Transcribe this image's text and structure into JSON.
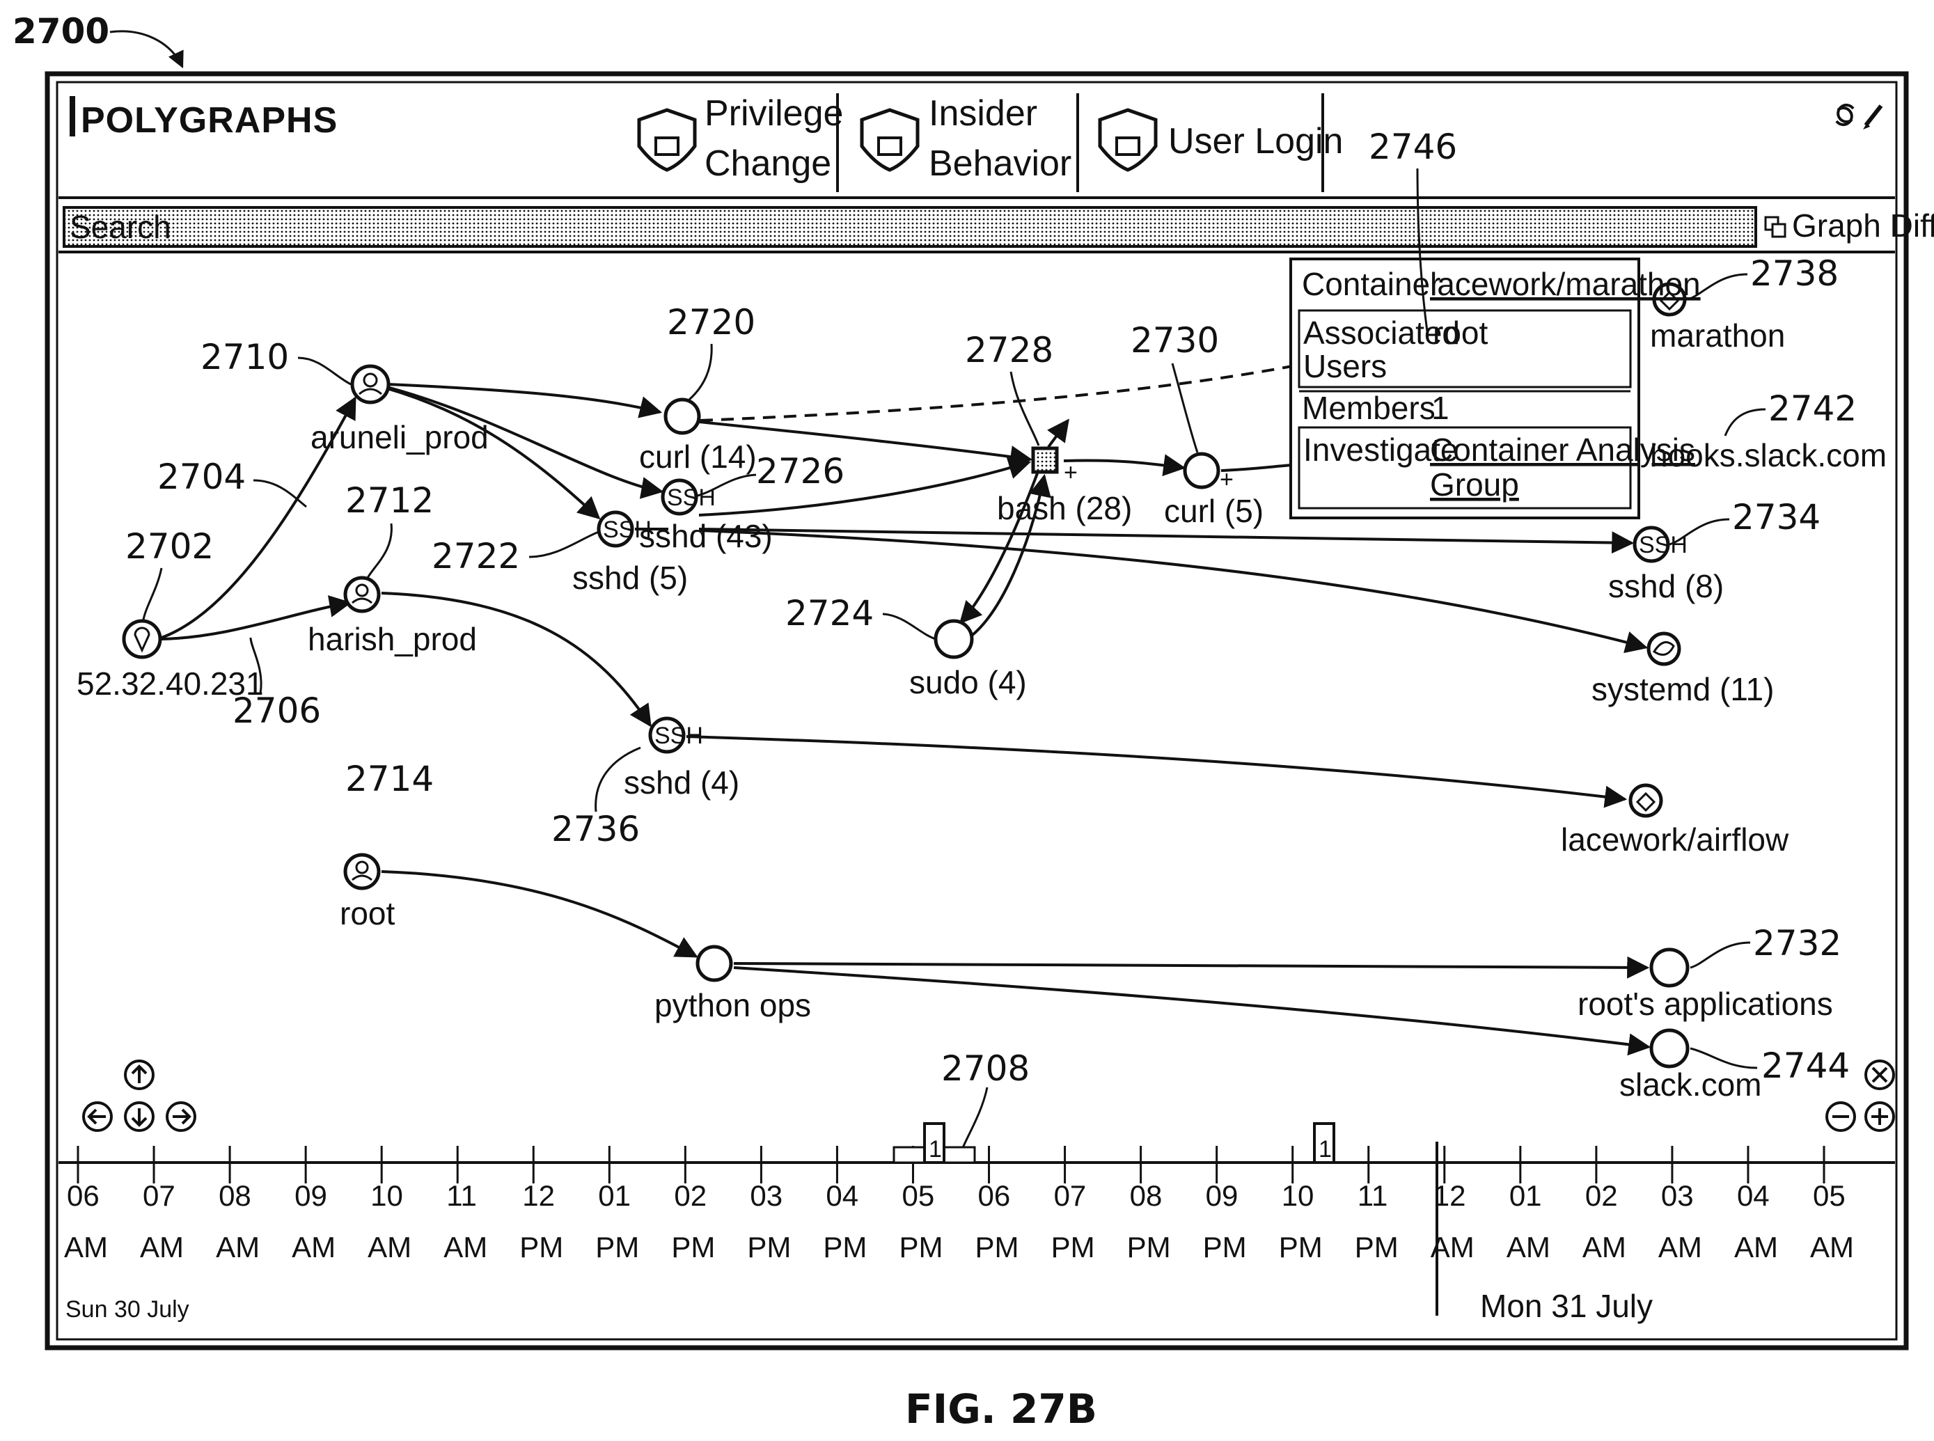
{
  "figure_ref": "2700",
  "figure_caption": "FIG. 27B",
  "app": {
    "title": "POLYGRAPHS",
    "tabs": [
      {
        "label_line1": "Privilege",
        "label_line2": "Change"
      },
      {
        "label_line1": "Insider",
        "label_line2": "Behavior"
      },
      {
        "label_line1": "User Login",
        "label_line2": ""
      }
    ],
    "search_placeholder": "Search",
    "graph_diff_label": "Graph Diff"
  },
  "nodes": {
    "ip": "52.32.40.231",
    "aruneli": "aruneli_prod",
    "harish": "harish_prod",
    "root": "root",
    "curl14": "curl (14)",
    "sshd43": "sshd (43)",
    "sshd5": "sshd (5)",
    "bash28": "bash (28)",
    "sudo4": "sudo (4)",
    "curl5": "curl (5)",
    "sshd4": "sshd (4)",
    "python": "python ops",
    "marathon": "marathon",
    "hooks": "hooks.slack.com",
    "sshd8": "sshd (8)",
    "systemd": "systemd (11)",
    "airflow": "lacework/airflow",
    "rootapps": "root's applications",
    "slack": "slack.com"
  },
  "popup": {
    "container_label": "Container",
    "container_value": "lacework/marathon",
    "assoc_label_1": "Associated",
    "assoc_label_2": "Users",
    "assoc_value": "root",
    "members_label": "Members",
    "members_value": "1",
    "investigate_label": "Investigate",
    "investigate_value_1": "Container Analysis",
    "investigate_value_2": "Group"
  },
  "refs": {
    "r2702": "2702",
    "r2704": "2704",
    "r2706": "2706",
    "r2708": "2708",
    "r2710": "2710",
    "r2712": "2712",
    "r2714": "2714",
    "r2720": "2720",
    "r2722": "2722",
    "r2724": "2724",
    "r2726": "2726",
    "r2728": "2728",
    "r2730": "2730",
    "r2732": "2732",
    "r2734": "2734",
    "r2736": "2736",
    "r2738": "2738",
    "r2742": "2742",
    "r2744": "2744",
    "r2746": "2746"
  },
  "timeline": {
    "ticks": [
      {
        "hour": "06",
        "ampm": "AM"
      },
      {
        "hour": "07",
        "ampm": "AM"
      },
      {
        "hour": "08",
        "ampm": "AM"
      },
      {
        "hour": "09",
        "ampm": "AM"
      },
      {
        "hour": "10",
        "ampm": "AM"
      },
      {
        "hour": "11",
        "ampm": "AM"
      },
      {
        "hour": "12",
        "ampm": "PM"
      },
      {
        "hour": "01",
        "ampm": "PM"
      },
      {
        "hour": "02",
        "ampm": "PM"
      },
      {
        "hour": "03",
        "ampm": "PM"
      },
      {
        "hour": "04",
        "ampm": "PM"
      },
      {
        "hour": "05",
        "ampm": "PM"
      },
      {
        "hour": "06",
        "ampm": "PM"
      },
      {
        "hour": "07",
        "ampm": "PM"
      },
      {
        "hour": "08",
        "ampm": "PM"
      },
      {
        "hour": "09",
        "ampm": "PM"
      },
      {
        "hour": "10",
        "ampm": "PM"
      },
      {
        "hour": "11",
        "ampm": "PM"
      },
      {
        "hour": "12",
        "ampm": "AM"
      },
      {
        "hour": "01",
        "ampm": "AM"
      },
      {
        "hour": "02",
        "ampm": "AM"
      },
      {
        "hour": "03",
        "ampm": "AM"
      },
      {
        "hour": "04",
        "ampm": "AM"
      },
      {
        "hour": "05",
        "ampm": "AM"
      }
    ],
    "day1": "Sun 30 July",
    "day2": "Mon 31 July",
    "bar1_count": "1",
    "bar2_count": "1"
  },
  "icons": {
    "refresh": "refresh-icon",
    "edit": "edit-icon",
    "nav_up": "arrow-up-icon",
    "nav_down": "arrow-down-icon",
    "nav_left": "arrow-left-icon",
    "nav_right": "arrow-right-icon",
    "fullscreen": "fullscreen-icon",
    "zoom_in": "zoom-in-icon",
    "zoom_out": "zoom-out-icon"
  }
}
